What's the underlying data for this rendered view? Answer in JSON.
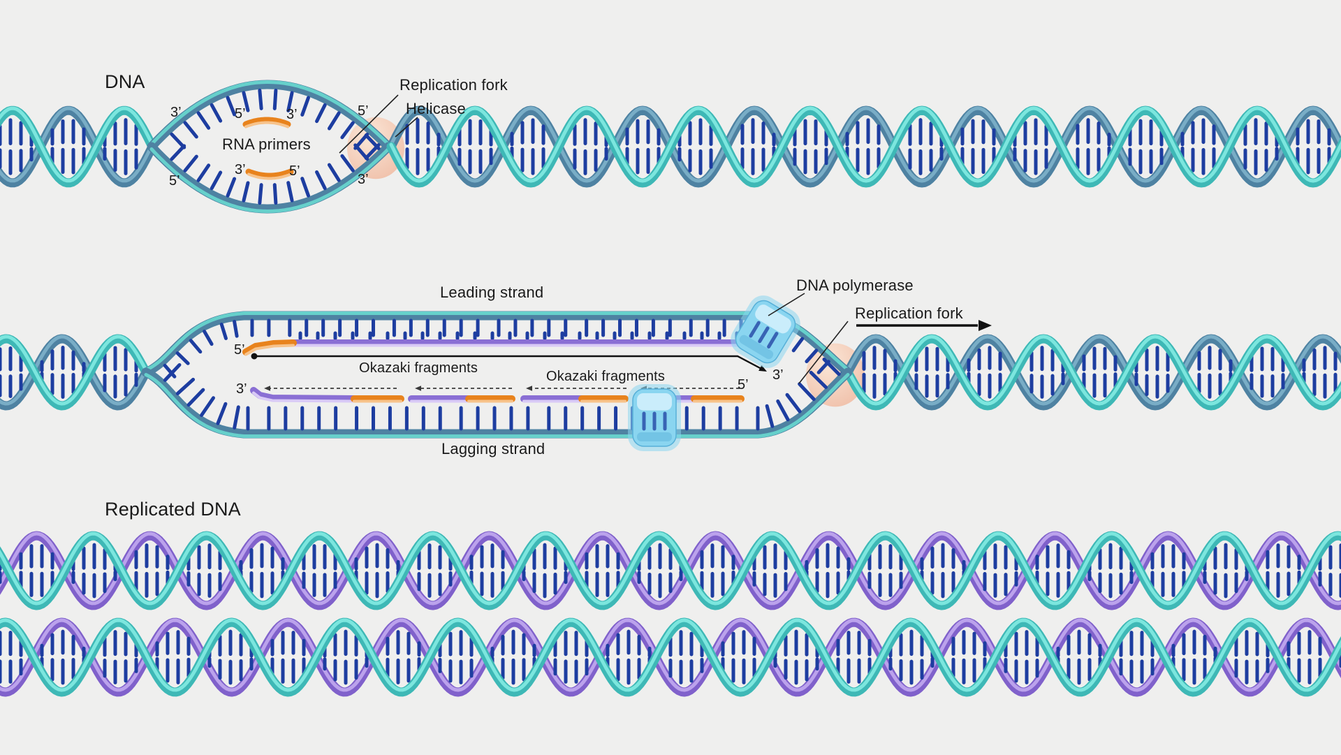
{
  "figure": {
    "section_top": {
      "title": "DNA",
      "callout_replication_fork": "Replication fork",
      "callout_helicase": "Helicase",
      "callout_rna_primers": "RNA primers"
    },
    "section_middle": {
      "leading_strand": "Leading strand",
      "dna_polymerase": "DNA polymerase",
      "replication_fork": "Replication fork",
      "okazaki_fragments_leading": "Okazaki fragments",
      "okazaki_fragments_lagging": "Okazaki fragments",
      "lagging_strand": "Lagging strand"
    },
    "section_bottom": {
      "title": "Replicated DNA"
    },
    "primes": {
      "bubble_outer_top_3": "3’",
      "bubble_inner_top_left_5": "5’",
      "bubble_inner_top_right_3": "3’",
      "fork_top_5": "5’",
      "bubble_inner_bottom_left_3": "3’",
      "bubble_inner_bottom_right_5": "5’",
      "bubble_outer_bottom_5": "5’",
      "fork_bottom_3": "3’",
      "leading_start_5": "5’",
      "lagging_left_3": "3’",
      "lagging_right_5": "5’",
      "leading_end_3": "3’"
    }
  },
  "colors": {
    "background": "#efefee",
    "strand_teal": "#3eb8b6",
    "strand_teal_light": "#7ce6de",
    "strand_steel": "#4e82a2",
    "strand_steel_light": "#79adc6",
    "template_edge_teal": "#66d0cb",
    "strand_purple": "#8061cb",
    "strand_purple_light": "#bba2ec",
    "new_strand_purple": "#8a6fd4",
    "new_strand_purple_light": "#d9caf6",
    "primer_orange": "#e8831d",
    "primer_orange_light": "#f7c38b",
    "base_pair": "#1d3da0",
    "polymerase_body": "#8ad5f0",
    "polymerase_light": "#cdeefb",
    "polymerase_edge": "#57b0d8",
    "helicase_light": "#fbe6d6",
    "helicase_dark": "#f0bfa8",
    "annotation": "#1a1a1a"
  }
}
